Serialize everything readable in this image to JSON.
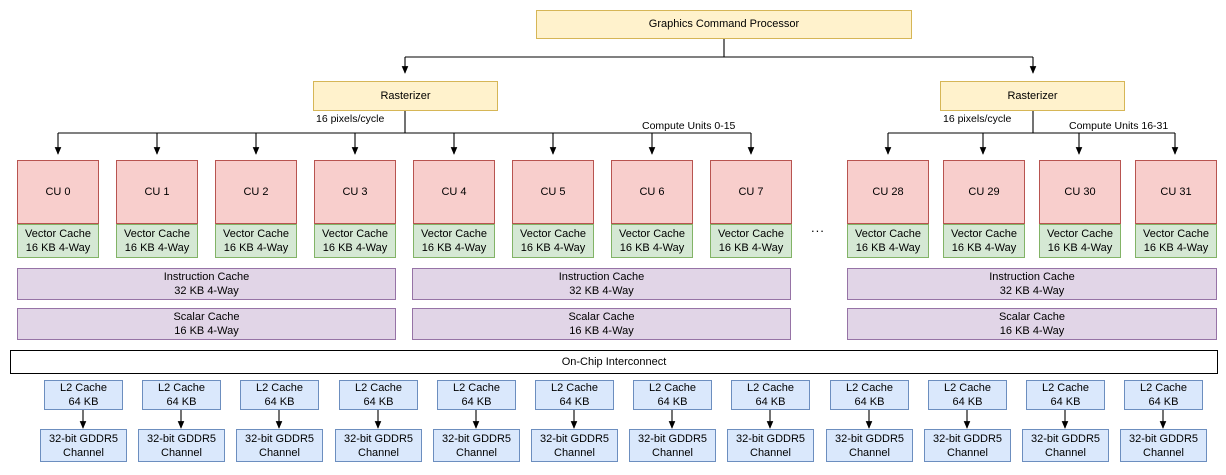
{
  "diagram": {
    "title_node": {
      "label": "Graphics Command Processor"
    },
    "rasterizers": [
      {
        "label": "Rasterizer",
        "rate_label": "16 pixels/cycle",
        "group_label": "Compute Units 0-15"
      },
      {
        "label": "Rasterizer",
        "rate_label": "16 pixels/cycle",
        "group_label": "Compute Units 16-31"
      }
    ],
    "compute_units": [
      {
        "label": "CU 0",
        "cache_line1": "Vector Cache",
        "cache_line2": "16 KB 4-Way"
      },
      {
        "label": "CU 1",
        "cache_line1": "Vector Cache",
        "cache_line2": "16 KB 4-Way"
      },
      {
        "label": "CU 2",
        "cache_line1": "Vector Cache",
        "cache_line2": "16 KB 4-Way"
      },
      {
        "label": "CU 3",
        "cache_line1": "Vector Cache",
        "cache_line2": "16 KB 4-Way"
      },
      {
        "label": "CU 4",
        "cache_line1": "Vector Cache",
        "cache_line2": "16 KB 4-Way"
      },
      {
        "label": "CU 5",
        "cache_line1": "Vector Cache",
        "cache_line2": "16 KB 4-Way"
      },
      {
        "label": "CU 6",
        "cache_line1": "Vector Cache",
        "cache_line2": "16 KB 4-Way"
      },
      {
        "label": "CU 7",
        "cache_line1": "Vector Cache",
        "cache_line2": "16 KB 4-Way"
      },
      {
        "label": "CU 28",
        "cache_line1": "Vector Cache",
        "cache_line2": "16 KB 4-Way"
      },
      {
        "label": "CU 29",
        "cache_line1": "Vector Cache",
        "cache_line2": "16 KB 4-Way"
      },
      {
        "label": "CU 30",
        "cache_line1": "Vector Cache",
        "cache_line2": "16 KB 4-Way"
      },
      {
        "label": "CU 31",
        "cache_line1": "Vector Cache",
        "cache_line2": "16 KB 4-Way"
      }
    ],
    "cu_gap_ellipsis": "...",
    "shared_cache_groups": [
      {
        "instruction_cache_line1": "Instruction Cache",
        "instruction_cache_line2": "32 KB 4-Way",
        "scalar_cache_line1": "Scalar Cache",
        "scalar_cache_line2": "16 KB 4-Way"
      },
      {
        "instruction_cache_line1": "Instruction Cache",
        "instruction_cache_line2": "32 KB 4-Way",
        "scalar_cache_line1": "Scalar Cache",
        "scalar_cache_line2": "16 KB 4-Way"
      },
      {
        "instruction_cache_line1": "Instruction Cache",
        "instruction_cache_line2": "32 KB 4-Way",
        "scalar_cache_line1": "Scalar Cache",
        "scalar_cache_line2": "16 KB 4-Way"
      }
    ],
    "interconnect": {
      "label": "On-Chip Interconnect"
    },
    "memory_channels": [
      {
        "l2_line1": "L2 Cache",
        "l2_line2": "64 KB",
        "mem_line1": "32-bit GDDR5",
        "mem_line2": "Channel"
      },
      {
        "l2_line1": "L2 Cache",
        "l2_line2": "64 KB",
        "mem_line1": "32-bit GDDR5",
        "mem_line2": "Channel"
      },
      {
        "l2_line1": "L2 Cache",
        "l2_line2": "64 KB",
        "mem_line1": "32-bit GDDR5",
        "mem_line2": "Channel"
      },
      {
        "l2_line1": "L2 Cache",
        "l2_line2": "64 KB",
        "mem_line1": "32-bit GDDR5",
        "mem_line2": "Channel"
      },
      {
        "l2_line1": "L2 Cache",
        "l2_line2": "64 KB",
        "mem_line1": "32-bit GDDR5",
        "mem_line2": "Channel"
      },
      {
        "l2_line1": "L2 Cache",
        "l2_line2": "64 KB",
        "mem_line1": "32-bit GDDR5",
        "mem_line2": "Channel"
      },
      {
        "l2_line1": "L2 Cache",
        "l2_line2": "64 KB",
        "mem_line1": "32-bit GDDR5",
        "mem_line2": "Channel"
      },
      {
        "l2_line1": "L2 Cache",
        "l2_line2": "64 KB",
        "mem_line1": "32-bit GDDR5",
        "mem_line2": "Channel"
      },
      {
        "l2_line1": "L2 Cache",
        "l2_line2": "64 KB",
        "mem_line1": "32-bit GDDR5",
        "mem_line2": "Channel"
      },
      {
        "l2_line1": "L2 Cache",
        "l2_line2": "64 KB",
        "mem_line1": "32-bit GDDR5",
        "mem_line2": "Channel"
      },
      {
        "l2_line1": "L2 Cache",
        "l2_line2": "64 KB",
        "mem_line1": "32-bit GDDR5",
        "mem_line2": "Channel"
      },
      {
        "l2_line1": "L2 Cache",
        "l2_line2": "64 KB",
        "mem_line1": "32-bit GDDR5",
        "mem_line2": "Channel"
      }
    ],
    "colors": {
      "command_processor_fill": "#fff2cc",
      "command_processor_stroke": "#d6b656",
      "compute_unit_fill": "#f8cecc",
      "compute_unit_stroke": "#b85450",
      "vector_cache_fill": "#d5e8d4",
      "vector_cache_stroke": "#82b366",
      "shared_cache_fill": "#e1d5e7",
      "shared_cache_stroke": "#9673a6",
      "memory_fill": "#dae8fc",
      "memory_stroke": "#6c8ebf",
      "edge_stroke": "#000000"
    }
  }
}
